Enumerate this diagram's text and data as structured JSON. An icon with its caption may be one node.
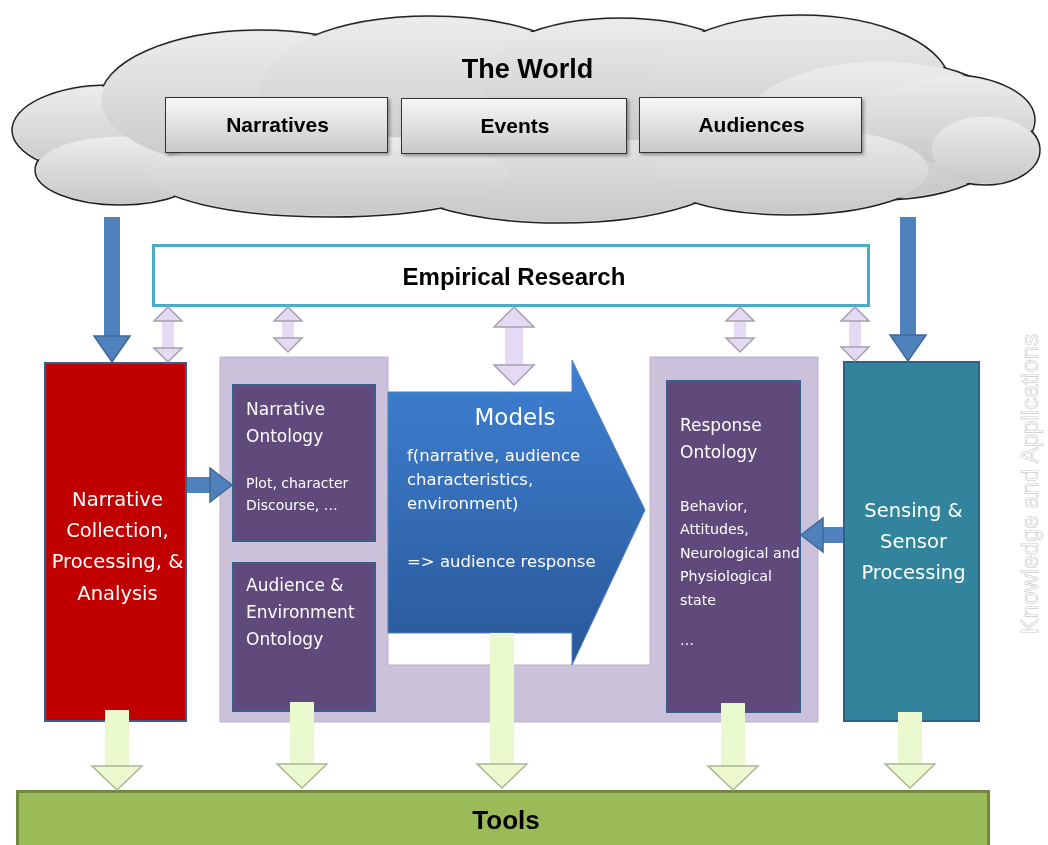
{
  "diagram": {
    "nodes": [
      {
        "text": [
          "The World"
        ]
      },
      {
        "text": [
          "Narratives"
        ],
        "in": 0
      },
      {
        "text": [
          "Events"
        ],
        "in": 0
      },
      {
        "text": [
          "Audiences"
        ],
        "in": 0
      },
      {
        "text": [
          "Empirical Research"
        ]
      },
      {
        "text": [
          "Narrative Collection, Processing, & Analysis"
        ]
      },
      {
        "text": [],
        "shape": "box"
      },
      {
        "text": [
          "Narrative Ontology",
          "Plot, character Discourse, …"
        ],
        "in": 6
      },
      {
        "text": [
          "Audience & Environment Ontology"
        ],
        "in": 6
      },
      {
        "text": [
          "Models",
          "f(narrative, audience characteristics, environment)",
          "=> audience response"
        ]
      },
      {
        "text": [
          "Response Ontology",
          "Behavior, Attitudes, Neurological and Physiological state",
          "…"
        ],
        "in": 6
      },
      {
        "text": [
          "Sensing & Sensor Processing"
        ]
      },
      {
        "text": [
          "Tools"
        ]
      }
    ],
    "edges": [
      {
        "from": 0,
        "to": 5,
        "arrow": "to",
        "color": "#4f81bd"
      },
      {
        "from": 0,
        "to": 11,
        "arrow": "to",
        "color": "#4f81bd"
      },
      {
        "from": 5,
        "to": 7,
        "arrow": "to",
        "color": "#4f81bd"
      },
      {
        "from": 11,
        "to": 10,
        "arrow": "to",
        "color": "#4f81bd"
      },
      {
        "from": 4,
        "to": 5,
        "arrow": "both",
        "color": "#e4daf3"
      },
      {
        "from": 4,
        "to": 6,
        "arrow": "both",
        "color": "#e4daf3"
      },
      {
        "from": 4,
        "to": 9,
        "arrow": "both",
        "color": "#e4daf3"
      },
      {
        "from": 4,
        "to": 6,
        "arrow": "both",
        "color": "#e4daf3"
      },
      {
        "from": 4,
        "to": 11,
        "arrow": "both",
        "color": "#e4daf3"
      },
      {
        "from": 5,
        "to": 12,
        "arrow": "to",
        "color": "#ebf9cf"
      },
      {
        "from": 8,
        "to": 12,
        "arrow": "to",
        "color": "#ebf9cf"
      },
      {
        "from": 9,
        "to": 12,
        "arrow": "to",
        "color": "#ebf9cf"
      },
      {
        "from": 10,
        "to": 12,
        "arrow": "to",
        "color": "#ebf9cf"
      },
      {
        "from": 11,
        "to": 12,
        "arrow": "to",
        "color": "#ebf9cf"
      }
    ],
    "labels": [
      "Knowledge and Applications"
    ]
  }
}
